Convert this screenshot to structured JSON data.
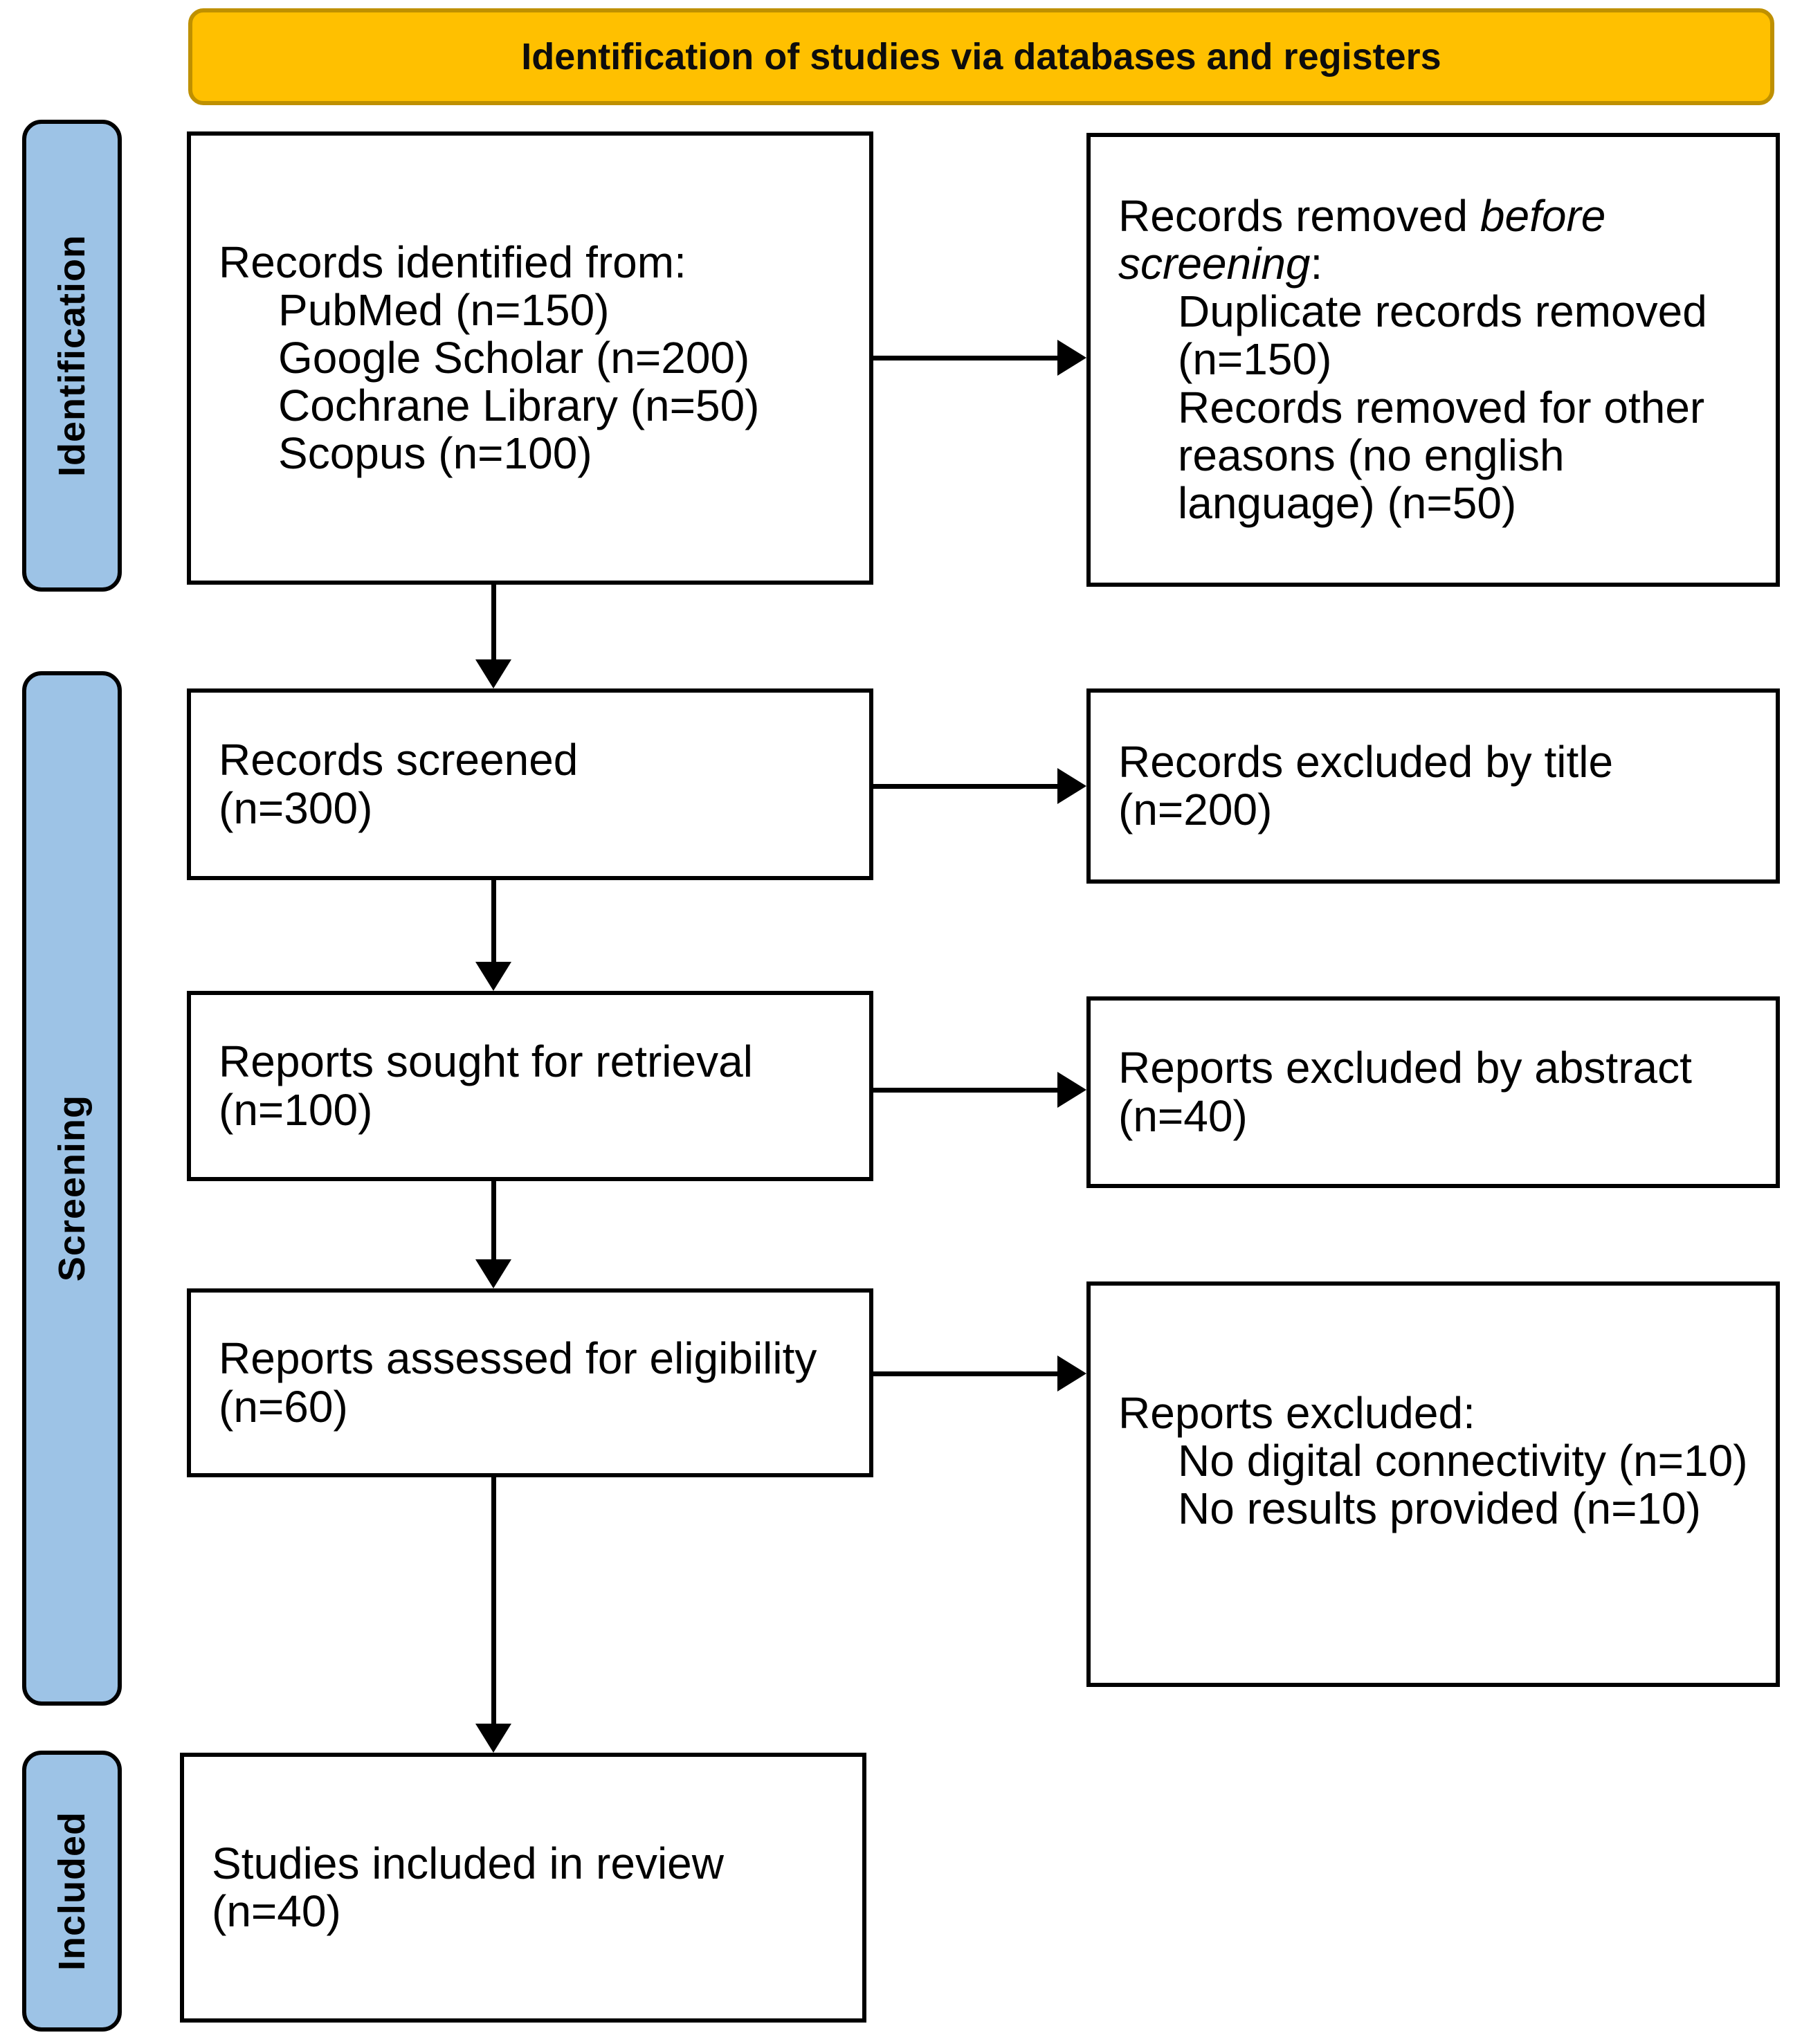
{
  "banner": {
    "title": "Identification of studies via databases and registers"
  },
  "stages": {
    "identification": "Identification",
    "screening": "Screening",
    "included": "Included"
  },
  "boxes": {
    "records_identified": {
      "title": "Records identified from:",
      "items": [
        "PubMed (n=150)",
        "Google Scholar (n=200)",
        "Cochrane Library (n=50)",
        "Scopus (n=100)"
      ]
    },
    "records_removed": {
      "title_prefix": "Records removed ",
      "title_italic": "before screening",
      "title_suffix": ":",
      "items": [
        "Duplicate records removed (n=150)",
        "Records removed for other reasons (no english language) (n=50)"
      ]
    },
    "records_screened": {
      "lines": [
        "Records screened",
        "(n=300)"
      ]
    },
    "records_excluded_title": {
      "lines": [
        "Records excluded by title",
        "(n=200)"
      ]
    },
    "reports_sought": {
      "lines": [
        "Reports sought for retrieval",
        "(n=100)"
      ]
    },
    "reports_excluded_abstract": {
      "lines": [
        "Reports excluded by abstract",
        "(n=40)"
      ]
    },
    "reports_assessed": {
      "lines": [
        "Reports assessed for eligibility",
        "(n=60)"
      ]
    },
    "reports_excluded": {
      "title": "Reports excluded:",
      "items": [
        "No digital connectivity (n=10)",
        "No results provided (n=10)"
      ]
    },
    "studies_included": {
      "lines": [
        "Studies included in review",
        "(n=40)"
      ]
    }
  },
  "colors": {
    "banner_fill": "#FFC000",
    "banner_border": "#BF9000",
    "stage_fill": "#9DC3E6",
    "box_fill": "#FFFFFF",
    "box_border": "#000000",
    "arrow": "#000000",
    "text": "#000000"
  }
}
